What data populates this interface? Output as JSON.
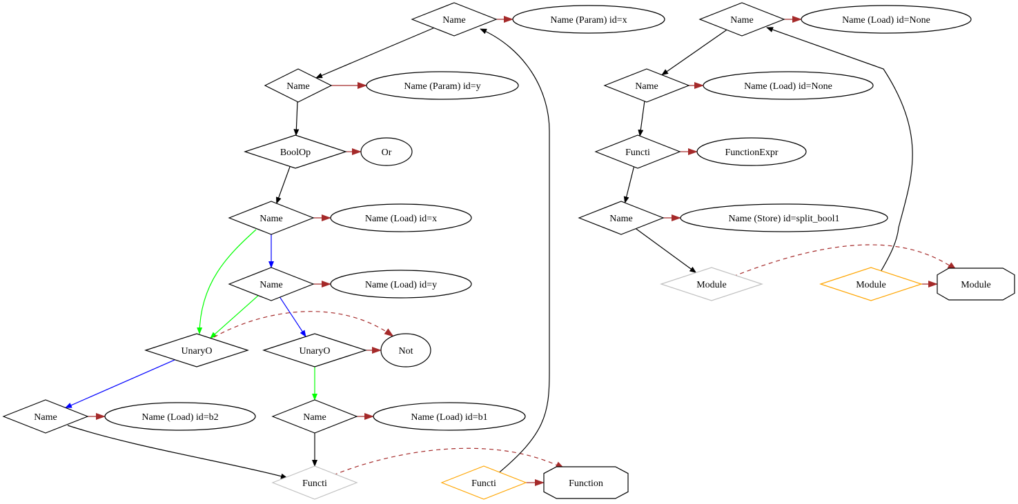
{
  "title": "AST graph",
  "colors": {
    "node_stroke": "#000000",
    "ghost_node": "#c0c0c0",
    "highlight_node": "#ffa500",
    "tree_edge": "#000000",
    "attr_edge": "#a52a2a",
    "true_edge": "#00ff00",
    "false_edge": "#0000ff"
  },
  "nodes": [
    {
      "id": "n_name1",
      "label": "Name",
      "shape": "diamond",
      "style": "normal"
    },
    {
      "id": "a_name1",
      "label": "Name (Param) id=x",
      "shape": "ellipse",
      "style": "normal"
    },
    {
      "id": "n_name2",
      "label": "Name",
      "shape": "diamond",
      "style": "normal"
    },
    {
      "id": "a_name2",
      "label": "Name (Param) id=y",
      "shape": "ellipse",
      "style": "normal"
    },
    {
      "id": "n_boolop",
      "label": "BoolOp",
      "shape": "diamond",
      "style": "normal"
    },
    {
      "id": "a_boolop",
      "label": "Or",
      "shape": "ellipse",
      "style": "normal"
    },
    {
      "id": "n_name3",
      "label": "Name",
      "shape": "diamond",
      "style": "normal"
    },
    {
      "id": "a_name3",
      "label": "Name (Load) id=x",
      "shape": "ellipse",
      "style": "normal"
    },
    {
      "id": "n_name4",
      "label": "Name",
      "shape": "diamond",
      "style": "normal"
    },
    {
      "id": "a_name4",
      "label": "Name (Load) id=y",
      "shape": "ellipse",
      "style": "normal"
    },
    {
      "id": "n_unary_l",
      "label": "UnaryO",
      "shape": "diamond",
      "style": "normal"
    },
    {
      "id": "n_unary_r",
      "label": "UnaryO",
      "shape": "diamond",
      "style": "normal"
    },
    {
      "id": "a_not",
      "label": "Not",
      "shape": "ellipse",
      "style": "normal"
    },
    {
      "id": "n_name5",
      "label": "Name",
      "shape": "diamond",
      "style": "normal"
    },
    {
      "id": "a_name5",
      "label": "Name (Load) id=b2",
      "shape": "ellipse",
      "style": "normal"
    },
    {
      "id": "n_name6",
      "label": "Name",
      "shape": "diamond",
      "style": "normal"
    },
    {
      "id": "a_name6",
      "label": "Name (Load) id=b1",
      "shape": "ellipse",
      "style": "normal"
    },
    {
      "id": "n_func_ghost",
      "label": "Functi",
      "shape": "diamond",
      "style": "ghost"
    },
    {
      "id": "n_func_hl",
      "label": "Functi",
      "shape": "diamond",
      "style": "highlight"
    },
    {
      "id": "a_function",
      "label": "Function",
      "shape": "octagon",
      "style": "normal"
    },
    {
      "id": "r_name1",
      "label": "Name",
      "shape": "diamond",
      "style": "normal"
    },
    {
      "id": "ra_name1",
      "label": "Name (Load) id=None",
      "shape": "ellipse",
      "style": "normal"
    },
    {
      "id": "r_name2",
      "label": "Name",
      "shape": "diamond",
      "style": "normal"
    },
    {
      "id": "ra_name2",
      "label": "Name (Load) id=None",
      "shape": "ellipse",
      "style": "normal"
    },
    {
      "id": "r_func",
      "label": "Functi",
      "shape": "diamond",
      "style": "normal"
    },
    {
      "id": "ra_func",
      "label": "FunctionExpr",
      "shape": "ellipse",
      "style": "normal"
    },
    {
      "id": "r_name3",
      "label": "Name",
      "shape": "diamond",
      "style": "normal"
    },
    {
      "id": "ra_name3",
      "label": "Name (Store) id=split_bool1",
      "shape": "ellipse",
      "style": "normal"
    },
    {
      "id": "r_mod_ghost",
      "label": "Module",
      "shape": "diamond",
      "style": "ghost"
    },
    {
      "id": "r_mod_hl",
      "label": "Module",
      "shape": "diamond",
      "style": "highlight"
    },
    {
      "id": "ra_module",
      "label": "Module",
      "shape": "octagon",
      "style": "normal"
    }
  ],
  "edges": [
    {
      "from": "n_name1",
      "to": "a_name1",
      "kind": "attr"
    },
    {
      "from": "n_name1",
      "to": "n_name2",
      "kind": "tree"
    },
    {
      "from": "n_name2",
      "to": "a_name2",
      "kind": "attr"
    },
    {
      "from": "n_name2",
      "to": "n_boolop",
      "kind": "tree"
    },
    {
      "from": "n_boolop",
      "to": "a_boolop",
      "kind": "attr"
    },
    {
      "from": "n_boolop",
      "to": "n_name3",
      "kind": "tree"
    },
    {
      "from": "n_name3",
      "to": "a_name3",
      "kind": "attr"
    },
    {
      "from": "n_name3",
      "to": "n_name4",
      "kind": "false"
    },
    {
      "from": "n_name3",
      "to": "n_unary_l",
      "kind": "true"
    },
    {
      "from": "n_name4",
      "to": "a_name4",
      "kind": "attr"
    },
    {
      "from": "n_name4",
      "to": "n_unary_l",
      "kind": "true"
    },
    {
      "from": "n_name4",
      "to": "n_unary_r",
      "kind": "false"
    },
    {
      "from": "n_unary_l",
      "to": "a_not",
      "kind": "attr-dashed"
    },
    {
      "from": "n_unary_r",
      "to": "a_not",
      "kind": "attr"
    },
    {
      "from": "n_unary_l",
      "to": "n_name5",
      "kind": "false"
    },
    {
      "from": "n_unary_r",
      "to": "n_name6",
      "kind": "true"
    },
    {
      "from": "n_name5",
      "to": "a_name5",
      "kind": "attr"
    },
    {
      "from": "n_name6",
      "to": "a_name6",
      "kind": "attr"
    },
    {
      "from": "n_name5",
      "to": "n_func_ghost",
      "kind": "tree"
    },
    {
      "from": "n_name6",
      "to": "n_func_ghost",
      "kind": "tree"
    },
    {
      "from": "n_func_ghost",
      "to": "a_function",
      "kind": "attr-dashed"
    },
    {
      "from": "n_func_hl",
      "to": "a_function",
      "kind": "attr"
    },
    {
      "from": "n_func_hl",
      "to": "n_name1",
      "kind": "tree"
    },
    {
      "from": "r_name1",
      "to": "ra_name1",
      "kind": "attr"
    },
    {
      "from": "r_name1",
      "to": "r_name2",
      "kind": "tree"
    },
    {
      "from": "r_name2",
      "to": "ra_name2",
      "kind": "attr"
    },
    {
      "from": "r_name2",
      "to": "r_func",
      "kind": "tree"
    },
    {
      "from": "r_func",
      "to": "ra_func",
      "kind": "attr"
    },
    {
      "from": "r_func",
      "to": "r_name3",
      "kind": "tree"
    },
    {
      "from": "r_name3",
      "to": "ra_name3",
      "kind": "attr"
    },
    {
      "from": "r_name3",
      "to": "r_mod_ghost",
      "kind": "tree"
    },
    {
      "from": "r_mod_ghost",
      "to": "ra_module",
      "kind": "attr-dashed"
    },
    {
      "from": "r_mod_hl",
      "to": "ra_module",
      "kind": "attr"
    },
    {
      "from": "r_mod_hl",
      "to": "r_name1",
      "kind": "tree"
    }
  ]
}
